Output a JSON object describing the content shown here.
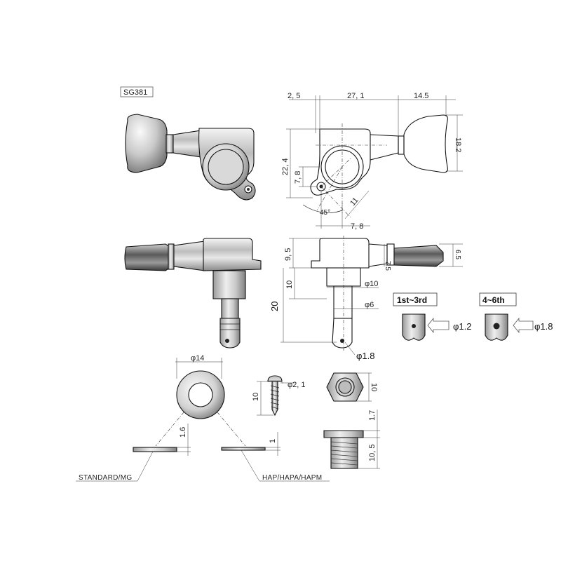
{
  "model": "SG381",
  "top_view": {
    "dims": {
      "offset": "2, 5",
      "length": "27, 1",
      "knob_length": "14.5",
      "knob_height": "18.2",
      "height_total": "22, 4",
      "hole_height": "7, 8",
      "hole_dist": "11",
      "angle": "45°",
      "hole_width": "7, 8"
    }
  },
  "side_view": {
    "dims": {
      "body_height": "9, 5",
      "post_section": "10",
      "total_post": "20",
      "bushing_dia": "φ10",
      "post_dia": "φ6",
      "hole_dia": "φ1.8",
      "knob_neck": "7.5",
      "knob_thick": "6.5"
    }
  },
  "string_holes": {
    "low": {
      "label": "1st~3rd",
      "dia": "φ1.2"
    },
    "high": {
      "label": "4~6th",
      "dia": "φ1.8"
    }
  },
  "washer": {
    "dia": "φ14",
    "standard_thickness": "1.6",
    "hap_thickness": "1",
    "standard_label": "STANDARD/MG",
    "hap_label": "HAP/HAPA/HAPM"
  },
  "screw": {
    "dia": "φ2, 1",
    "length": "10"
  },
  "nut": {
    "hex": "10",
    "flange": "1.7",
    "height": "10, 5"
  }
}
